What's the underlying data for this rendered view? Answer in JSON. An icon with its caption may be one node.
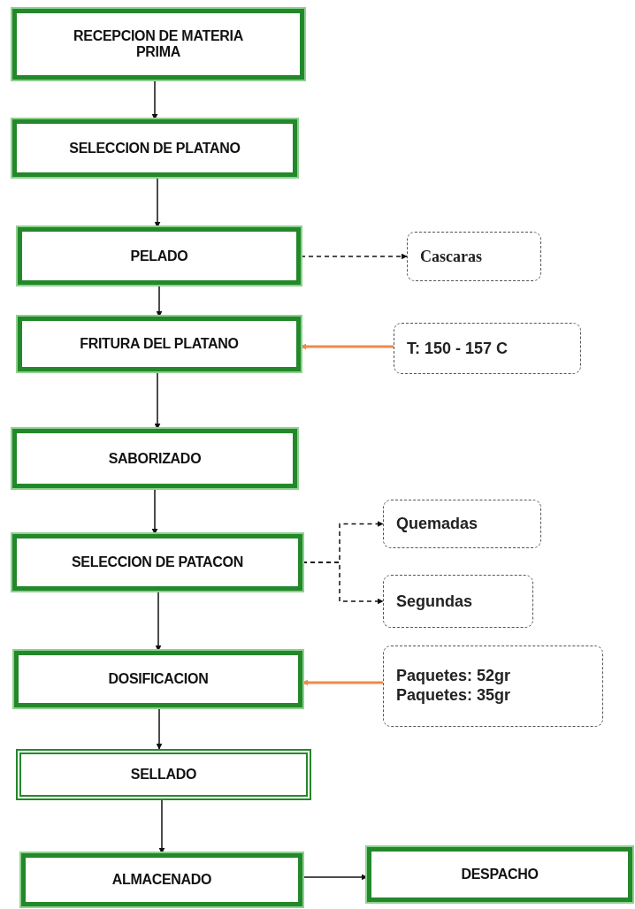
{
  "diagram": {
    "nodes": [
      {
        "text": [
          "RECEPCION DE MATERIA PRIMA"
        ]
      },
      {
        "text": [
          "SELECCION DE PLATANO"
        ]
      },
      {
        "text": [
          "PELADO"
        ]
      },
      {
        "text": [
          "FRITURA DEL PLATANO"
        ]
      },
      {
        "text": [
          "SABORIZADO"
        ]
      },
      {
        "text": [
          "SELECCION DE PATACON"
        ]
      },
      {
        "text": [
          "DOSIFICACION"
        ]
      },
      {
        "text": [
          "SELLADO"
        ]
      },
      {
        "text": [
          "ALMACENADO"
        ]
      },
      {
        "text": [
          "DESPACHO"
        ]
      },
      {
        "text": [
          "Cascaras"
        ]
      },
      {
        "text": [
          "T: 150 - 157 C"
        ]
      },
      {
        "text": [
          "Quemadas"
        ]
      },
      {
        "text": [
          "Segundas"
        ]
      },
      {
        "text": [
          "Paquetes: 52gr",
          "Paquetes: 35gr"
        ]
      }
    ],
    "edges": [
      {
        "from": 0,
        "to": 1,
        "arrow": "to"
      },
      {
        "from": 1,
        "to": 2,
        "arrow": "to"
      },
      {
        "from": 2,
        "to": 3,
        "arrow": "to"
      },
      {
        "from": 3,
        "to": 4,
        "arrow": "to"
      },
      {
        "from": 4,
        "to": 5,
        "arrow": "to"
      },
      {
        "from": 5,
        "to": 6,
        "arrow": "to"
      },
      {
        "from": 6,
        "to": 7,
        "arrow": "to"
      },
      {
        "from": 7,
        "to": 8,
        "arrow": "to"
      },
      {
        "from": 8,
        "to": 9,
        "arrow": "to"
      },
      {
        "from": 2,
        "to": 10,
        "arrow": "to",
        "style": "dashed"
      },
      {
        "from": 11,
        "to": 3,
        "arrow": "to",
        "color": "#ee8a4a"
      },
      {
        "from": 5,
        "to": 12,
        "arrow": "to",
        "style": "dashed"
      },
      {
        "from": 5,
        "to": 13,
        "arrow": "to",
        "style": "dashed"
      },
      {
        "from": 14,
        "to": 6,
        "arrow": "to",
        "color": "#ee8a4a"
      }
    ]
  }
}
